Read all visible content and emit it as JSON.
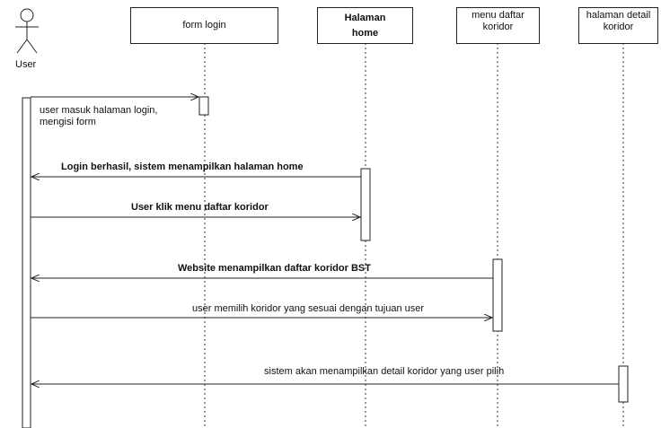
{
  "actor": {
    "label": "User"
  },
  "lifelines": [
    {
      "id": "form-login",
      "label": "form login",
      "bold": false
    },
    {
      "id": "halaman-home",
      "label_line1": "Halaman",
      "label_line2": "home",
      "bold": true
    },
    {
      "id": "menu-daftar-koridor",
      "label_line1": "menu daftar",
      "label_line2": "koridor",
      "bold": false
    },
    {
      "id": "halaman-detail-koridor",
      "label_line1": "halaman detail",
      "label_line2": "koridor",
      "bold": false
    }
  ],
  "messages": [
    {
      "from": "User",
      "to": "form login",
      "line1": "user masuk halaman login,",
      "line2": "mengisi form",
      "bold": false
    },
    {
      "from": "Halaman home",
      "to": "User",
      "text": "Login berhasil, sistem menampilkan halaman home",
      "bold": true
    },
    {
      "from": "User",
      "to": "Halaman home",
      "text": "User klik menu daftar koridor",
      "bold": true
    },
    {
      "from": "menu daftar koridor",
      "to": "User",
      "text": "Website menampilkan daftar koridor BST",
      "bold": true
    },
    {
      "from": "User",
      "to": "menu daftar koridor",
      "text": "user memilih koridor yang sesuai dengan tujuan user",
      "bold": false
    },
    {
      "from": "halaman detail koridor",
      "to": "User",
      "text": "sistem akan menampilkan detail koridor yang user pilih",
      "bold": false
    }
  ]
}
